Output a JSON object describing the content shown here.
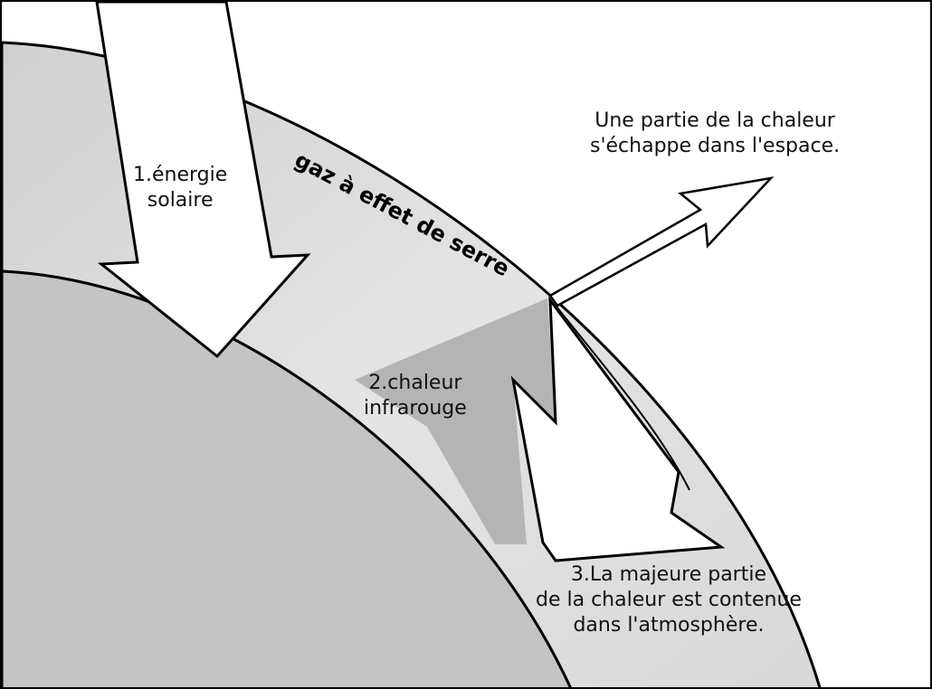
{
  "labels": {
    "solar": "1.énergie\nsolaire",
    "greenhouse": "gaz à effet de serre",
    "infrared": "2.chaleur\ninfrarouge",
    "escape": "Une partie de la chaleur\ns'échappe dans l'espace.",
    "retained": "3.La majeure partie\nde la chaleur est contenue\ndans l'atmosphère."
  },
  "colors": {
    "earth": "#c4c4c4",
    "atmosphere": "#d6d6d6",
    "infrared": "#b0b0b0",
    "outline": "#000000"
  }
}
